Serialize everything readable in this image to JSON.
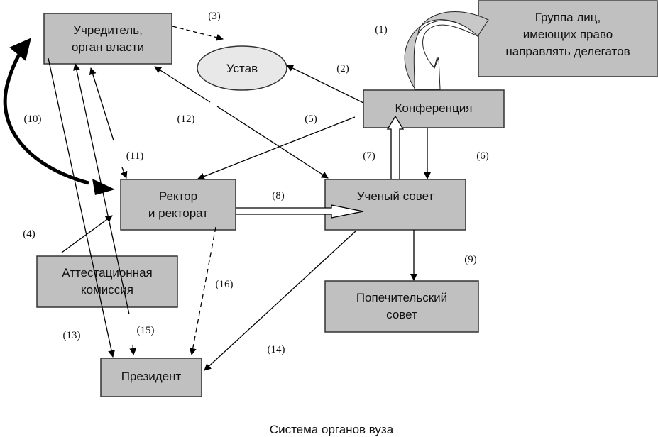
{
  "diagram": {
    "caption": "Система органов вуза",
    "node_fill": "#c0c0c0",
    "ellipse_fill": "#e8e8e8",
    "nodes": {
      "founder": {
        "lines": [
          "Учредитель,",
          "орган власти"
        ]
      },
      "charter": {
        "lines": [
          "Устав"
        ]
      },
      "delegates_group": {
        "lines": [
          "Группа лиц,",
          "имеющих право",
          "направлять делегатов"
        ]
      },
      "conference": {
        "lines": [
          "Конференция"
        ]
      },
      "rector": {
        "lines": [
          "Ректор",
          "и ректорат"
        ]
      },
      "academic_council": {
        "lines": [
          "Ученый совет"
        ]
      },
      "attestation": {
        "lines": [
          "Аттестационная",
          "комиссия"
        ]
      },
      "trustees": {
        "lines": [
          "Попечительский",
          "совет"
        ]
      },
      "president": {
        "lines": [
          "Президент"
        ]
      }
    },
    "edge_labels": {
      "e1": "(1)",
      "e2": "(2)",
      "e3": "(3)",
      "e4": "(4)",
      "e5": "(5)",
      "e6": "(6)",
      "e7": "(7)",
      "e8": "(8)",
      "e9": "(9)",
      "e10": "(10)",
      "e11": "(11)",
      "e12": "(12)",
      "e13": "(13)",
      "e14": "(14)",
      "e15": "(15)",
      "e16": "(16)"
    }
  }
}
